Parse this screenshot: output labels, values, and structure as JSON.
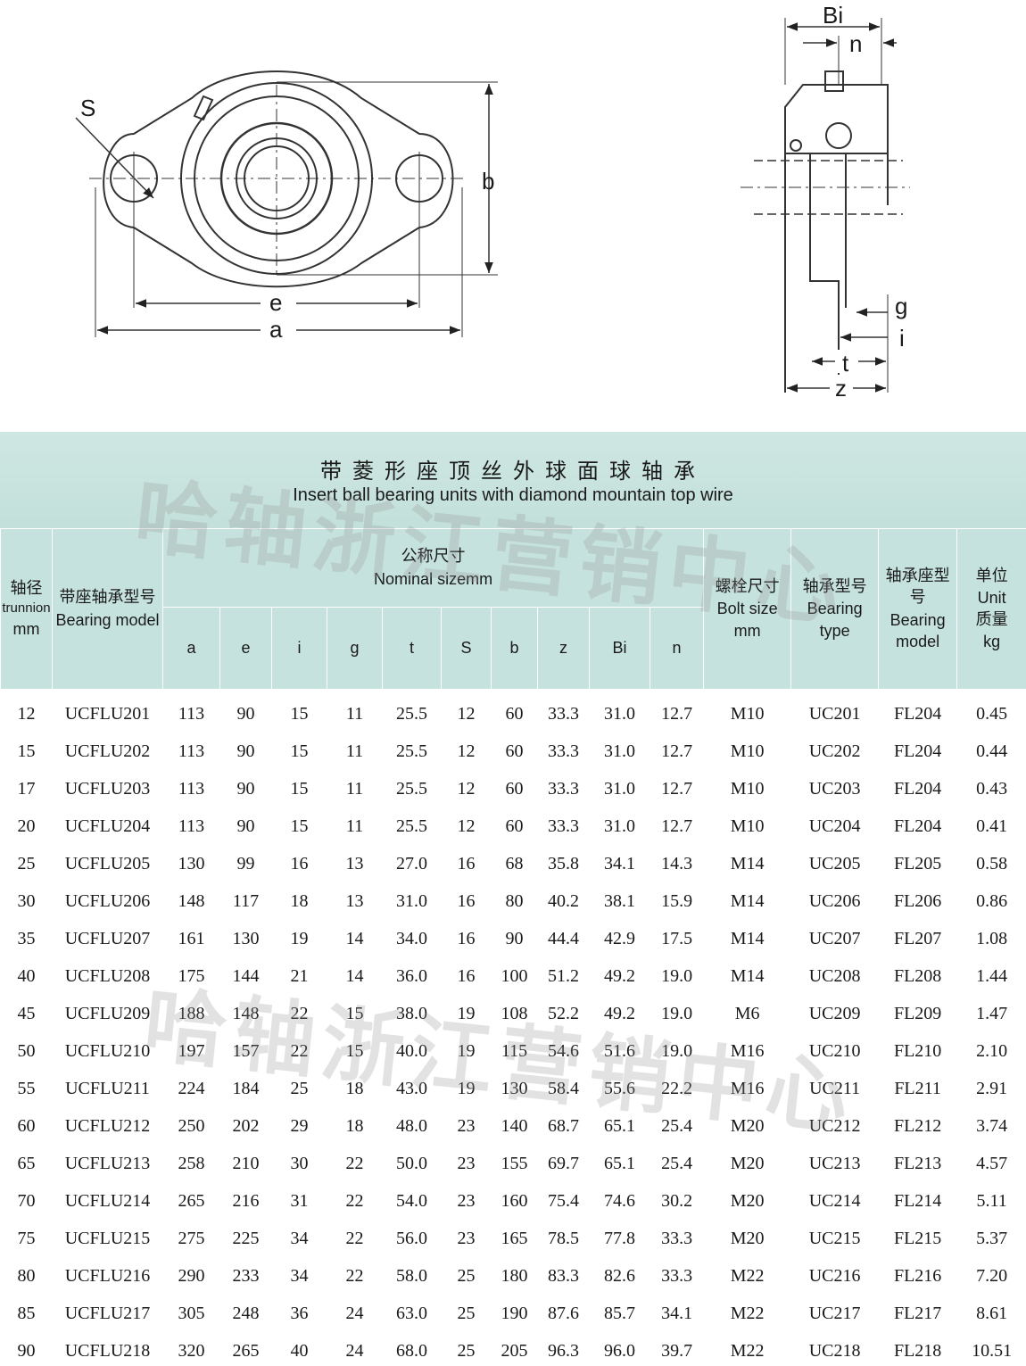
{
  "drawing": {
    "front_labels": [
      "S",
      "b",
      "e",
      "a"
    ],
    "side_labels": [
      "Bi",
      "n",
      "g",
      "i",
      "t",
      "z"
    ]
  },
  "title": {
    "cn": "带菱形座顶丝外球面球轴承",
    "en": "Insert ball bearing units with diamond mountain top wire"
  },
  "watermark": "哈轴浙江营销中心",
  "headers": {
    "trunnion": {
      "cn": "轴径",
      "en": "trunnion",
      "unit": "mm"
    },
    "model": {
      "cn": "带座轴承型号",
      "en": "Bearing model"
    },
    "nominal": {
      "cn": "公称尺寸",
      "en": "Nominal sizemm"
    },
    "dims": [
      "a",
      "e",
      "i",
      "g",
      "t",
      "S",
      "b",
      "z",
      "Bi",
      "n"
    ],
    "bolt": {
      "cn": "螺栓尺寸",
      "en": "Bolt size",
      "unit": "mm"
    },
    "bearing_type": {
      "cn": "轴承型号",
      "en": "Bearing type"
    },
    "housing": {
      "cn": "轴承座型号",
      "en": "Bearing model"
    },
    "mass": {
      "cn1": "单位",
      "en": "Unit",
      "cn2": "质量",
      "unit": "kg"
    }
  },
  "rows": [
    [
      "12",
      "UCFLU201",
      "113",
      "90",
      "15",
      "11",
      "25.5",
      "12",
      "60",
      "33.3",
      "31.0",
      "12.7",
      "M10",
      "UC201",
      "FL204",
      "0.45"
    ],
    [
      "15",
      "UCFLU202",
      "113",
      "90",
      "15",
      "11",
      "25.5",
      "12",
      "60",
      "33.3",
      "31.0",
      "12.7",
      "M10",
      "UC202",
      "FL204",
      "0.44"
    ],
    [
      "17",
      "UCFLU203",
      "113",
      "90",
      "15",
      "11",
      "25.5",
      "12",
      "60",
      "33.3",
      "31.0",
      "12.7",
      "M10",
      "UC203",
      "FL204",
      "0.43"
    ],
    [
      "20",
      "UCFLU204",
      "113",
      "90",
      "15",
      "11",
      "25.5",
      "12",
      "60",
      "33.3",
      "31.0",
      "12.7",
      "M10",
      "UC204",
      "FL204",
      "0.41"
    ],
    [
      "25",
      "UCFLU205",
      "130",
      "99",
      "16",
      "13",
      "27.0",
      "16",
      "68",
      "35.8",
      "34.1",
      "14.3",
      "M14",
      "UC205",
      "FL205",
      "0.58"
    ],
    [
      "30",
      "UCFLU206",
      "148",
      "117",
      "18",
      "13",
      "31.0",
      "16",
      "80",
      "40.2",
      "38.1",
      "15.9",
      "M14",
      "UC206",
      "FL206",
      "0.86"
    ],
    [
      "35",
      "UCFLU207",
      "161",
      "130",
      "19",
      "14",
      "34.0",
      "16",
      "90",
      "44.4",
      "42.9",
      "17.5",
      "M14",
      "UC207",
      "FL207",
      "1.08"
    ],
    [
      "40",
      "UCFLU208",
      "175",
      "144",
      "21",
      "14",
      "36.0",
      "16",
      "100",
      "51.2",
      "49.2",
      "19.0",
      "M14",
      "UC208",
      "FL208",
      "1.44"
    ],
    [
      "45",
      "UCFLU209",
      "188",
      "148",
      "22",
      "15",
      "38.0",
      "19",
      "108",
      "52.2",
      "49.2",
      "19.0",
      "M6",
      "UC209",
      "FL209",
      "1.47"
    ],
    [
      "50",
      "UCFLU210",
      "197",
      "157",
      "22",
      "15",
      "40.0",
      "19",
      "115",
      "54.6",
      "51.6",
      "19.0",
      "M16",
      "UC210",
      "FL210",
      "2.10"
    ],
    [
      "55",
      "UCFLU211",
      "224",
      "184",
      "25",
      "18",
      "43.0",
      "19",
      "130",
      "58.4",
      "55.6",
      "22.2",
      "M16",
      "UC211",
      "FL211",
      "2.91"
    ],
    [
      "60",
      "UCFLU212",
      "250",
      "202",
      "29",
      "18",
      "48.0",
      "23",
      "140",
      "68.7",
      "65.1",
      "25.4",
      "M20",
      "UC212",
      "FL212",
      "3.74"
    ],
    [
      "65",
      "UCFLU213",
      "258",
      "210",
      "30",
      "22",
      "50.0",
      "23",
      "155",
      "69.7",
      "65.1",
      "25.4",
      "M20",
      "UC213",
      "FL213",
      "4.57"
    ],
    [
      "70",
      "UCFLU214",
      "265",
      "216",
      "31",
      "22",
      "54.0",
      "23",
      "160",
      "75.4",
      "74.6",
      "30.2",
      "M20",
      "UC214",
      "FL214",
      "5.11"
    ],
    [
      "75",
      "UCFLU215",
      "275",
      "225",
      "34",
      "22",
      "56.0",
      "23",
      "165",
      "78.5",
      "77.8",
      "33.3",
      "M20",
      "UC215",
      "FL215",
      "5.37"
    ],
    [
      "80",
      "UCFLU216",
      "290",
      "233",
      "34",
      "22",
      "58.0",
      "25",
      "180",
      "83.3",
      "82.6",
      "33.3",
      "M22",
      "UC216",
      "FL216",
      "7.20"
    ],
    [
      "85",
      "UCFLU217",
      "305",
      "248",
      "36",
      "24",
      "63.0",
      "25",
      "190",
      "87.6",
      "85.7",
      "34.1",
      "M22",
      "UC217",
      "FL217",
      "8.61"
    ],
    [
      "90",
      "UCFLU218",
      "320",
      "265",
      "40",
      "24",
      "68.0",
      "25",
      "205",
      "96.3",
      "96.0",
      "39.7",
      "M22",
      "UC218",
      "FL218",
      "10.51"
    ]
  ]
}
